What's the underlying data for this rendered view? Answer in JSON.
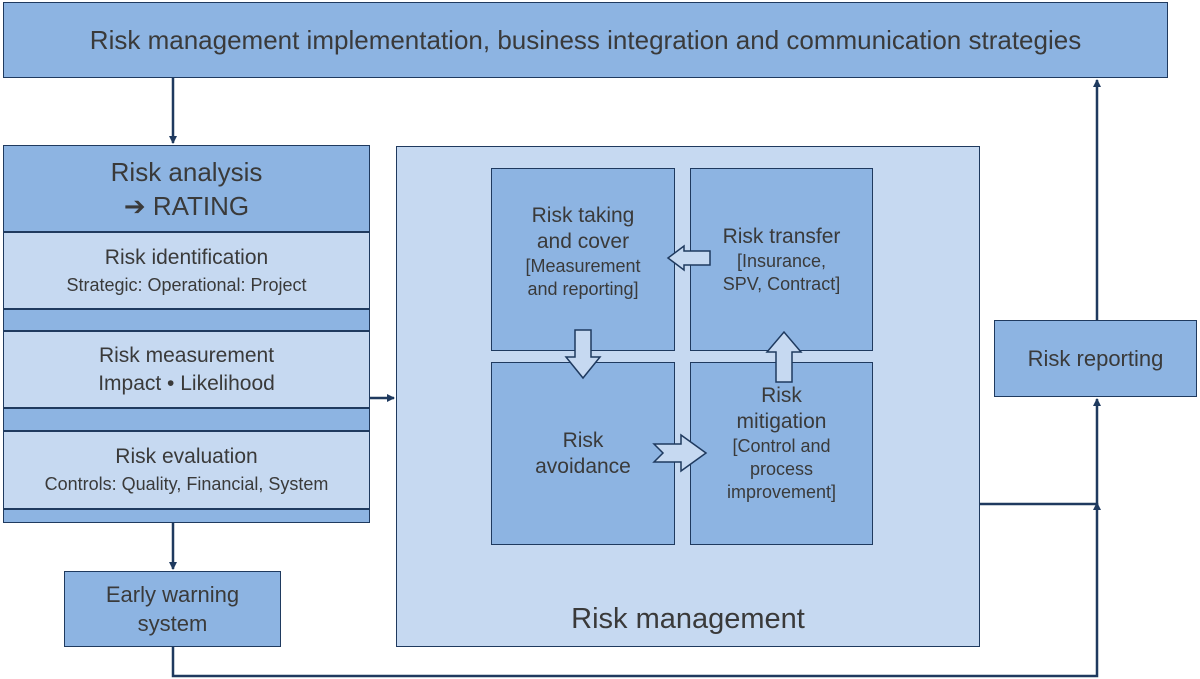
{
  "banner": {
    "text": "Risk management implementation, business integration and communication strategies"
  },
  "analysis": {
    "title": "Risk analysis",
    "rating": "➔ RATING",
    "identification": {
      "title": "Risk identification",
      "detail": "Strategic: Operational: Project"
    },
    "measurement": {
      "title": "Risk measurement",
      "detail": "Impact • Likelihood"
    },
    "evaluation": {
      "title": "Risk evaluation",
      "detail": "Controls: Quality, Financial, System"
    }
  },
  "early_warning": {
    "line1": "Early warning",
    "line2": "system"
  },
  "risk_management": {
    "title": "Risk management",
    "taking": {
      "line1": "Risk taking",
      "line2": "and cover",
      "line3": "[Measurement",
      "line4": "and reporting]"
    },
    "transfer": {
      "line1": "Risk transfer",
      "line2": "[Insurance,",
      "line3": "SPV, Contract]"
    },
    "avoidance": {
      "line1": "Risk",
      "line2": "avoidance"
    },
    "mitigation": {
      "line1": "Risk",
      "line2": "mitigation",
      "line3": "[Control and",
      "line4": "process",
      "line5": "improvement]"
    }
  },
  "reporting": {
    "text": "Risk reporting"
  },
  "colors": {
    "dark_fill": "#8db4e2",
    "light_fill": "#c6d9f1",
    "border": "#1f3a5f",
    "connector": "#1f3a5f",
    "text": "#3a3a3a"
  }
}
